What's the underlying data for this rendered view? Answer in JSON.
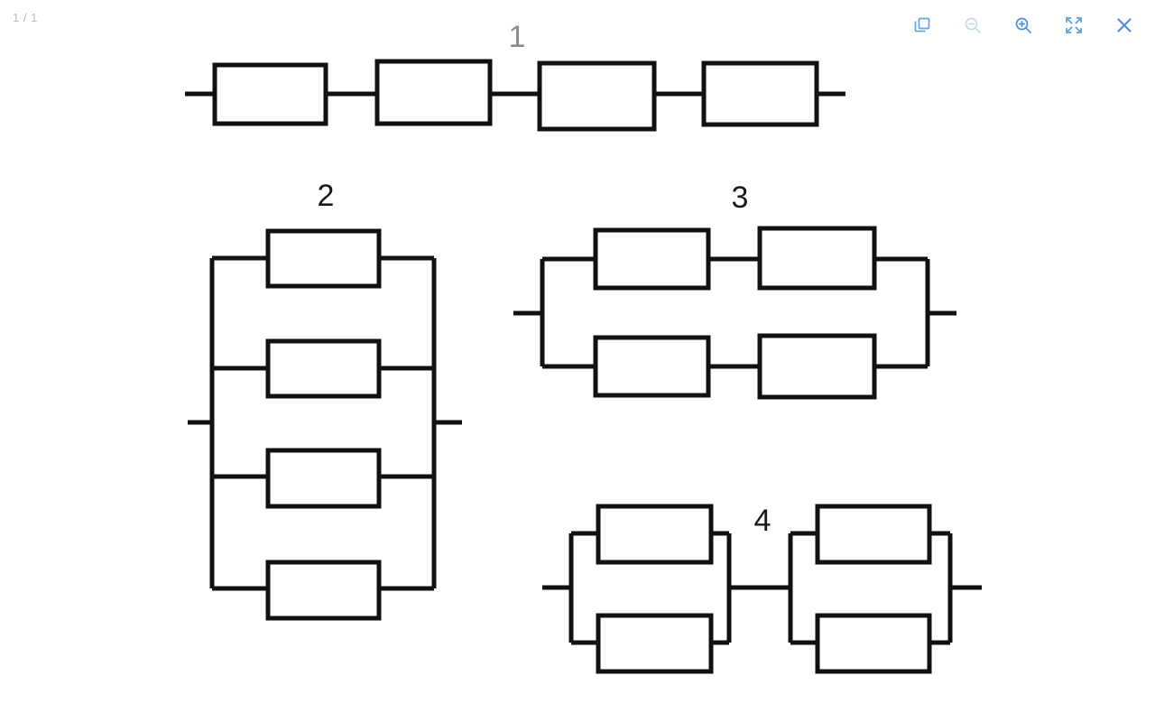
{
  "viewer": {
    "page_indicator": "1 / 1",
    "background_color": "#ffffff",
    "toolbar": {
      "buttons": [
        {
          "name": "duplicate-icon",
          "label": "Duplicate",
          "color": "#6aa4d8",
          "enabled": true
        },
        {
          "name": "zoom-out-icon",
          "label": "Zoom out",
          "color": "#c2dcf0",
          "enabled": false
        },
        {
          "name": "zoom-in-icon",
          "label": "Zoom in",
          "color": "#4a90d9",
          "enabled": true
        },
        {
          "name": "fit-to-screen-icon",
          "label": "Fit to screen",
          "color": "#6aa4d8",
          "enabled": true
        },
        {
          "name": "close-icon",
          "label": "Close",
          "color": "#4a90d9",
          "enabled": true
        }
      ]
    }
  },
  "diagram": {
    "title_color_muted": "#8d8d8d",
    "title_color": "#1a1a1a",
    "wire_color": "#111111",
    "resistor_fill": "#ffffff",
    "circuits": [
      {
        "label": "1",
        "topology": "series",
        "resistor_count": 4,
        "description": "Four resistors connected in series in a single line"
      },
      {
        "label": "2",
        "topology": "parallel",
        "resistor_count": 4,
        "description": "Four resistors connected in parallel between two vertical rails"
      },
      {
        "label": "3",
        "topology": "two-parallel-branches-of-two-series",
        "resistor_count": 4,
        "description": "Two parallel branches, each branch holding two resistors in series"
      },
      {
        "label": "4",
        "topology": "two-series-blocks-of-two-parallel",
        "resistor_count": 4,
        "description": "Two parallel pairs connected in series"
      }
    ]
  }
}
